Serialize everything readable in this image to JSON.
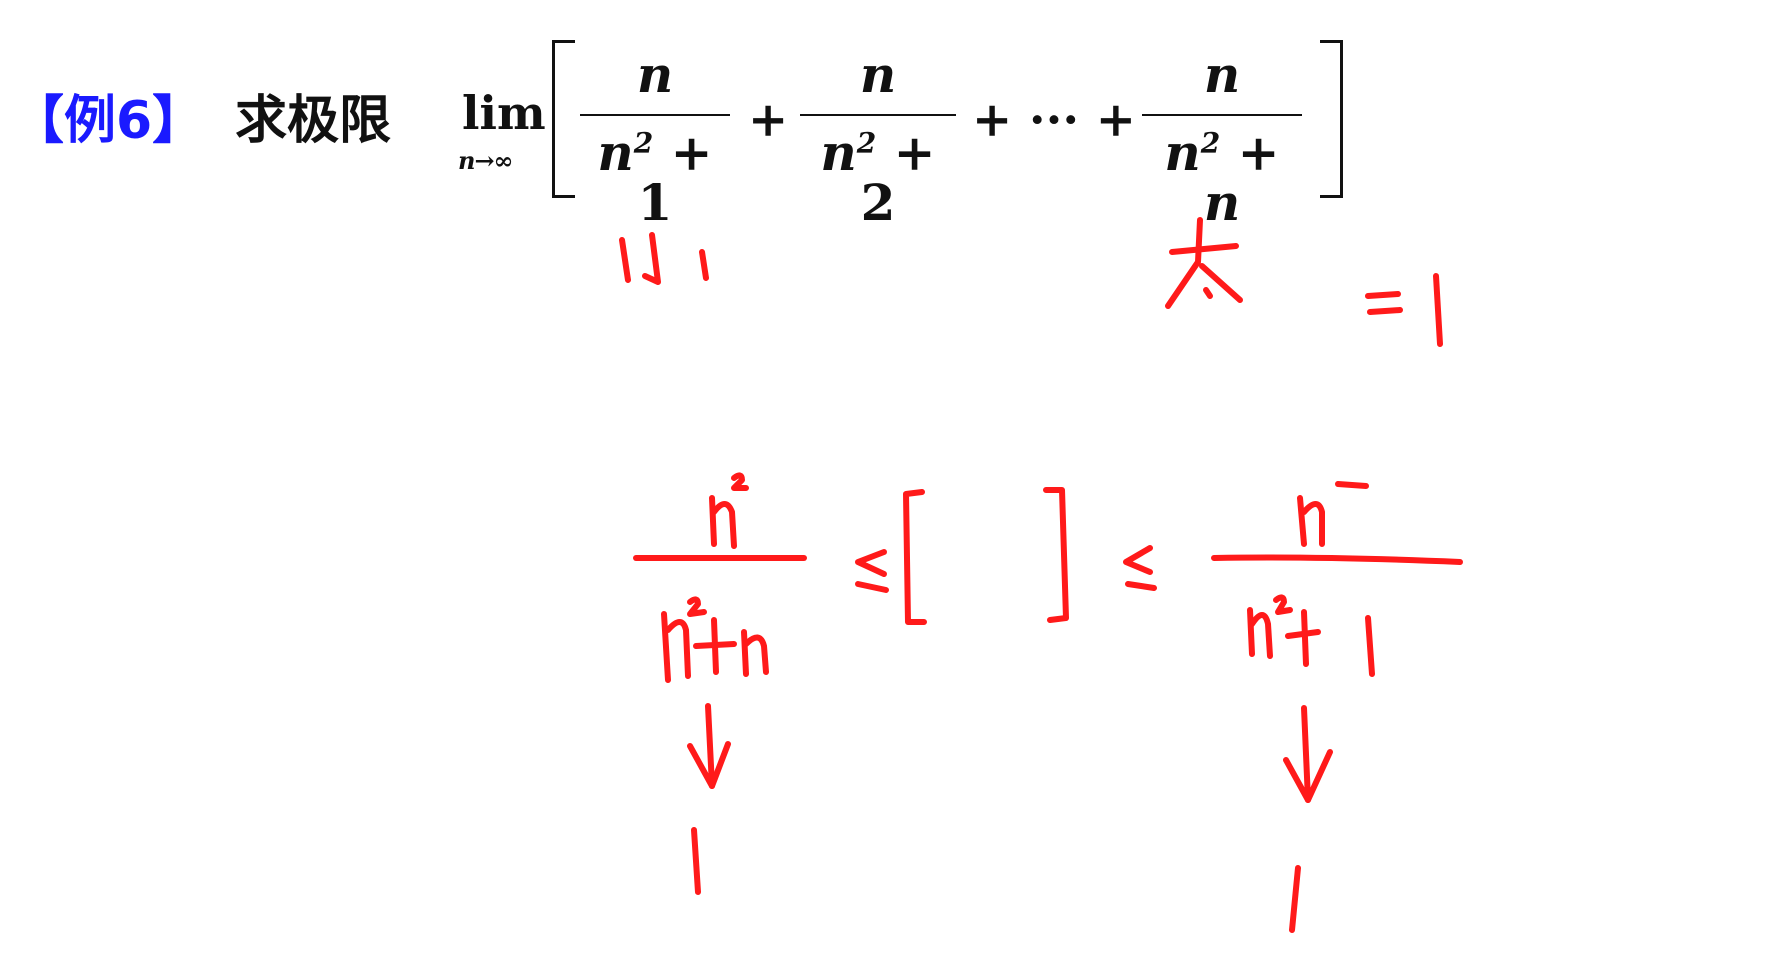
{
  "problem": {
    "tag": "【例6】",
    "prompt": "求极限",
    "lim": "lim",
    "lim_sub": "n→∞",
    "term1": {
      "num": "n",
      "den_base": "n",
      "den_exp": "2",
      "den_rest": " + 1"
    },
    "plus1": "+",
    "term2": {
      "num": "n",
      "den_base": "n",
      "den_exp": "2",
      "den_rest": " + 2"
    },
    "plus_ellipsis": "+ ··· +",
    "term3": {
      "num": "n",
      "den_base": "n",
      "den_exp": "2",
      "den_rest": " + n"
    }
  },
  "annotations": {
    "ink_color": "#ff1a1a",
    "text_color": "#111111",
    "accent_color": "#1a1aff"
  }
}
